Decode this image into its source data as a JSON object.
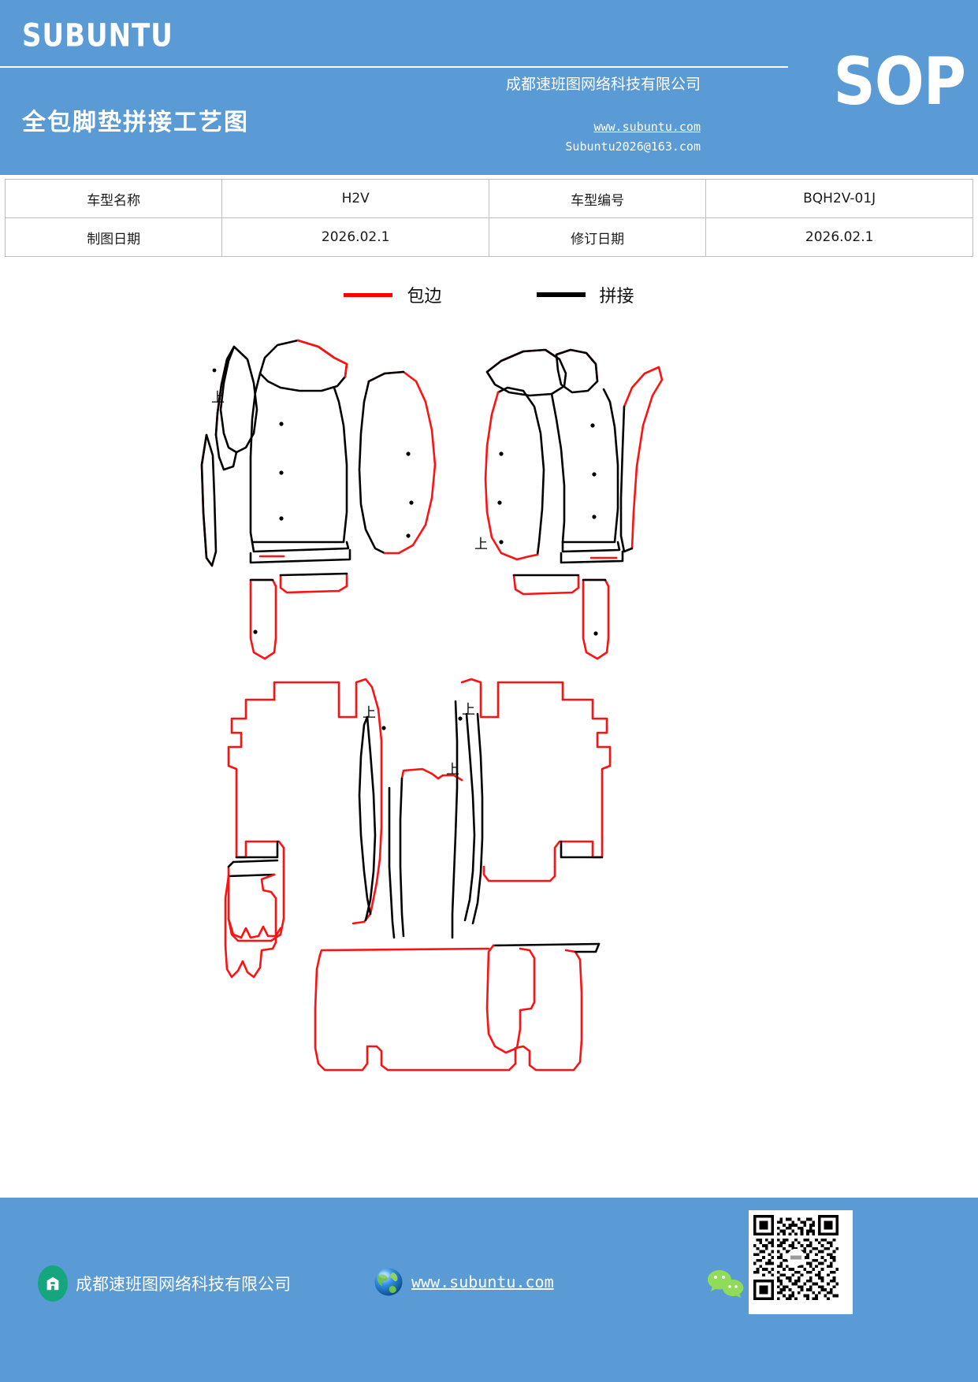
{
  "header": {
    "brand": "SUBUNTU",
    "doc_title": "全包脚垫拼接工艺图",
    "company": "成都速班图网络科技有限公司",
    "url": "www.subuntu.com",
    "email": "Subuntu2026@163.com",
    "badge": "SOP",
    "bg_color": "#5b9bd5"
  },
  "info_table": {
    "rows": [
      {
        "label1": "车型名称",
        "value1": "H2V",
        "label2": "车型编号",
        "value2": "BQH2V-01J"
      },
      {
        "label1": "制图日期",
        "value1": "2026.02.1",
        "label2": "修订日期",
        "value2": "2026.02.1"
      }
    ]
  },
  "legend": {
    "items": [
      {
        "label": "包边",
        "color": "#ff0000",
        "icon": "red-line-icon"
      },
      {
        "label": "拼接",
        "color": "#000000",
        "icon": "black-line-icon"
      }
    ]
  },
  "drawing": {
    "title": "全包脚垫拼接工艺图",
    "orientation_marks": [
      "上",
      "上",
      "上",
      "上",
      "上"
    ],
    "line_types": {
      "binding_edge": "#ff0000",
      "splice_seam": "#000000"
    }
  },
  "footer": {
    "company": "成都速班图网络科技有限公司",
    "url": "www.subuntu.com",
    "company_icon": "building-icon",
    "globe_icon": "globe-icon",
    "wechat_icon": "wechat-icon",
    "qr_icon": "qr-code-icon",
    "bg_color": "#5b9bd5"
  }
}
